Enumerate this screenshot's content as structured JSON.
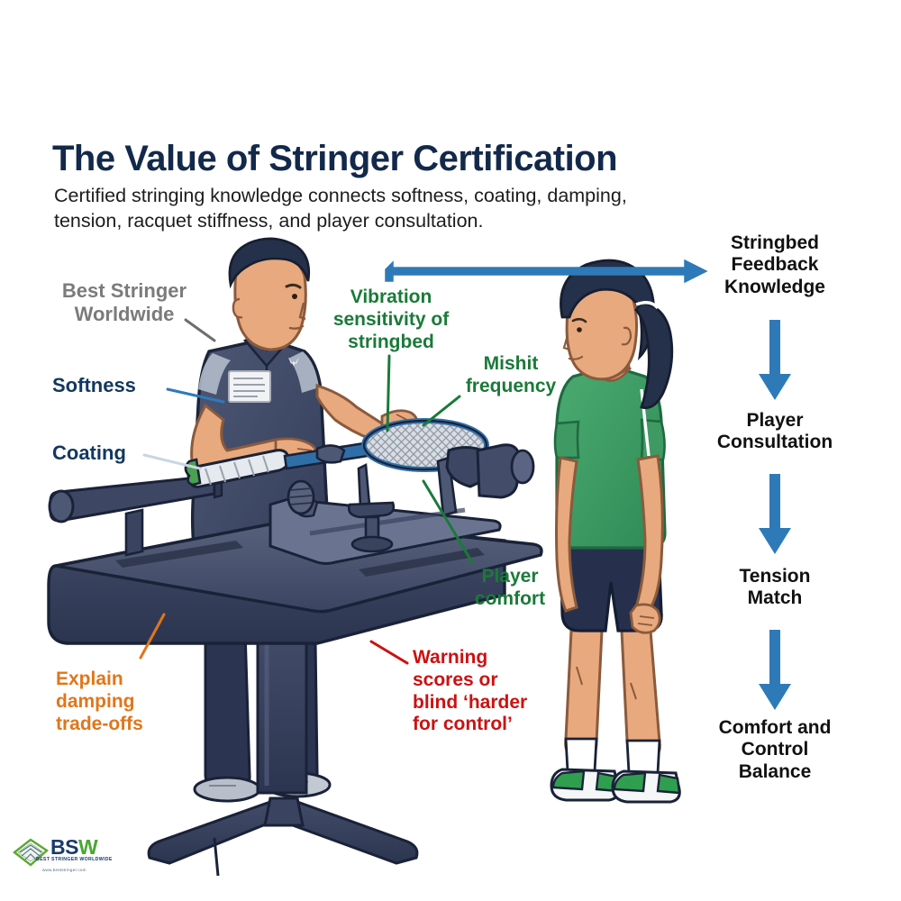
{
  "header": {
    "title": "The Value of Stringer Certification",
    "subtitle": "Certified stringing knowledge connects softness, coating, damping, tension, racquet stiffness, and player consultation."
  },
  "colors": {
    "title_navy": "#13294b",
    "label_gray": "#7b7b7b",
    "label_navy": "#12385f",
    "label_green": "#1a7a38",
    "label_red": "#cc1111",
    "label_orange": "#e0761b",
    "arrow_blue": "#2e7ab8",
    "shirt_green": "#3d9b63",
    "machine_navy": "#39435e",
    "background": "#ffffff"
  },
  "callouts": [
    {
      "id": "best-stringer-worldwide",
      "text": "Best Stringer Worldwide",
      "color": "gray"
    },
    {
      "id": "softness",
      "text": "Softness",
      "color": "navy"
    },
    {
      "id": "coating",
      "text": "Coating",
      "color": "navy"
    },
    {
      "id": "vibration-sensitivity",
      "text": "Vibration sensitivity of stringbed",
      "color": "green"
    },
    {
      "id": "mishit-frequency",
      "text": "Mishit frequency",
      "color": "green"
    },
    {
      "id": "player-comfort",
      "text": "Player comfort",
      "color": "green"
    },
    {
      "id": "warning-scores",
      "text": "Warning scores or blind ‘harder for control’",
      "color": "red"
    },
    {
      "id": "explain-damping",
      "text": "Explain damping trade-offs",
      "color": "orange"
    }
  ],
  "callout_lines": {
    "best_stringer_worldwide_l1": "Best Stringer",
    "best_stringer_worldwide_l2": "Worldwide",
    "softness": "Softness",
    "coating": "Coating",
    "vibration_l1": "Vibration",
    "vibration_l2": "sensitivity of",
    "vibration_l3": "stringbed",
    "mishit_l1": "Mishit",
    "mishit_l2": "frequency",
    "player_comfort_l1": "Player",
    "player_comfort_l2": "comfort",
    "warning_l1": "Warning",
    "warning_l2": "scores or",
    "warning_l3": "blind ‘harder",
    "warning_l4": "for control’",
    "damping_l1": "Explain",
    "damping_l2": "damping",
    "damping_l3": "trade-offs"
  },
  "flow": {
    "nodes": [
      {
        "id": "stringbed-feedback-knowledge",
        "line1": "Stringbed",
        "line2": "Feedback",
        "line3": "Knowledge"
      },
      {
        "id": "player-consultation",
        "line1": "Player",
        "line2": "Consultation",
        "line3": ""
      },
      {
        "id": "tension-match",
        "line1": "Tension",
        "line2": "Match",
        "line3": ""
      },
      {
        "id": "comfort-and-control-balance",
        "line1": "Comfort and",
        "line2": "Control",
        "line3": "Balance"
      }
    ],
    "arrow_count": 3,
    "entry_arrow": "horizontal-right"
  },
  "logo": {
    "word_b": "B",
    "word_s": "S",
    "word_w": "W",
    "tagline": "BEST STRINGER WORLDWIDE",
    "url": "www.beststringer.com"
  },
  "illustration": {
    "stringer": "male technician in navy polo stringing a racquet on a machine",
    "player": "female player in green shirt and navy shorts standing",
    "machine": "electronic racquet stringing machine on pedestal stand"
  }
}
